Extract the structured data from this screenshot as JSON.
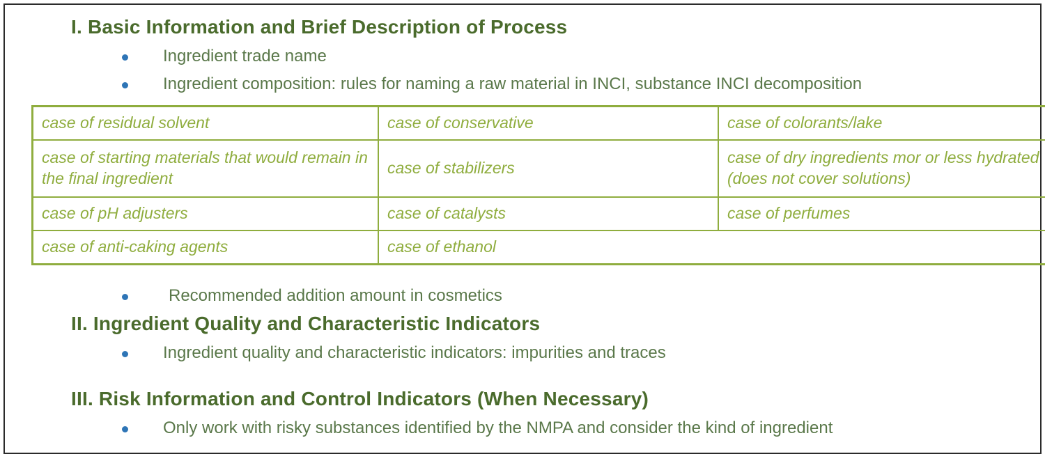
{
  "colors": {
    "heading_green": "#4a6b2c",
    "body_green": "#5a784a",
    "table_olive": "#8fad3e",
    "bullet_blue": "#2e75b6",
    "frame_border": "#2b2b2b"
  },
  "section1": {
    "heading": "I. Basic Information and Brief Description of Process",
    "bullet1": "Ingredient trade name",
    "bullet2": "Ingredient composition: rules for naming a raw material in INCI, substance INCI decomposition",
    "bullet3": "Recommended addition amount in cosmetics"
  },
  "section2": {
    "heading": "II. Ingredient Quality and Characteristic Indicators",
    "bullet1": "Ingredient quality and characteristic indicators: impurities and traces"
  },
  "section3": {
    "heading": "III. Risk Information and Control Indicators (When Necessary)",
    "bullet1": "Only work with risky substances identified by the NMPA and consider the kind of ingredient"
  },
  "table": {
    "rows": [
      [
        "case of residual solvent",
        "case of conservative",
        "case of colorants/lake"
      ],
      [
        "case of starting materials that would remain in the final ingredient",
        "case of stabilizers",
        "case of dry ingredients mor or less hydrated (does not cover solutions)"
      ],
      [
        "case of pH adjusters",
        "case of catalysts",
        "case of perfumes"
      ],
      [
        "case of anti-caking agents",
        "case of ethanol"
      ]
    ]
  }
}
